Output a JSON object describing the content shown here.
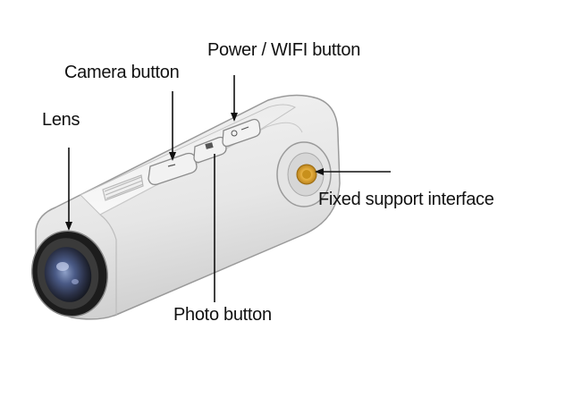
{
  "labels": {
    "power_wifi_button": "Power / WIFI button",
    "camera_button": "Camera button",
    "lens": "Lens",
    "fixed_support_interface": "Fixed support interface",
    "photo_button": "Photo button"
  }
}
